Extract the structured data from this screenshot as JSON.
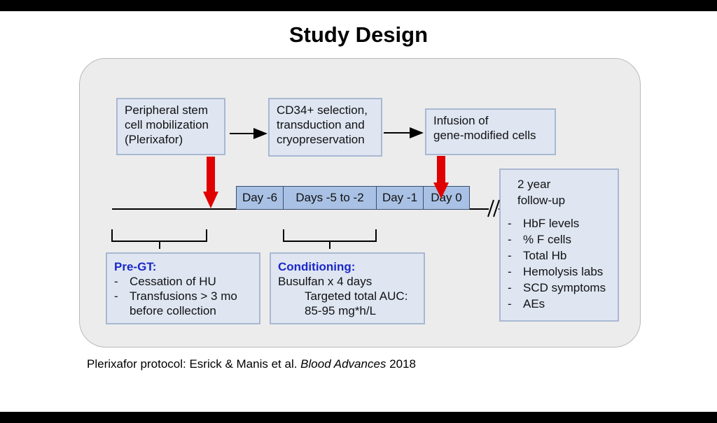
{
  "title": "Study Design",
  "boxes": {
    "mobilization": [
      "Peripheral stem",
      "cell mobilization",
      "(Plerixafor)"
    ],
    "selection": [
      "CD34+ selection,",
      "transduction and",
      "cryopreservation"
    ],
    "infusion": [
      "Infusion of",
      "gene-modified cells"
    ]
  },
  "timeline": {
    "day_minus6": "Day -6",
    "days_minus5_to_minus2": "Days -5 to -2",
    "day_minus1": "Day -1",
    "day0": "Day 0"
  },
  "pre_gt": {
    "heading": "Pre-GT:",
    "items": [
      "Cessation of HU",
      "Transfusions  > 3 mo"
    ],
    "continuation": "before collection"
  },
  "conditioning": {
    "heading": "Conditioning:",
    "line1": "Busulfan x 4 days",
    "line2": "Targeted total AUC:",
    "line3": "85-95 mg*h/L"
  },
  "followup": {
    "heading": [
      "2 year",
      "follow-up"
    ],
    "items": [
      "HbF levels",
      "% F cells",
      "Total Hb",
      "Hemolysis labs",
      "SCD symptoms",
      "AEs"
    ]
  },
  "footer": {
    "prefix": "Plerixafor protocol:  Esrick & Manis et al. ",
    "journal": "Blood Advances",
    "year": " 2018"
  },
  "colors": {
    "box_fill": "#dfe6f2",
    "box_border": "#a9b8d2",
    "timeline_fill": "#a9c1e4",
    "down_arrow": "#e00000",
    "heading_blue": "#1b28c8"
  }
}
